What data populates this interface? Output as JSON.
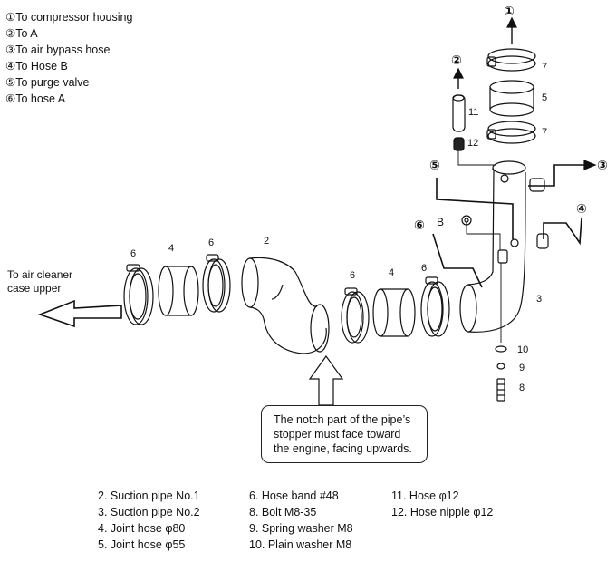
{
  "legend_top": [
    "①To compressor housing",
    "②To A",
    "③To air bypass hose",
    "④To Hose B",
    "⑤To purge valve",
    "⑥To hose A"
  ],
  "flow_labels": {
    "air_cleaner": [
      "To air cleaner",
      "case upper"
    ],
    "b": "B"
  },
  "circled": [
    "①",
    "②",
    "③",
    "④",
    "⑤",
    "⑥"
  ],
  "callouts": {
    "n7a": "7",
    "n5": "5",
    "n7b": "7",
    "n11": "11",
    "n12": "12",
    "n6a": "6",
    "n4a": "4",
    "n6b": "6",
    "n2": "2",
    "n6c": "6",
    "n4b": "4",
    "n6d": "6",
    "n3": "3",
    "n10": "10",
    "n9": "9",
    "n8": "8"
  },
  "note": "The notch part of the pipe’s stopper must face toward the engine, facing upwards.",
  "parts_list": {
    "col1": [
      "2. Suction pipe No.1",
      "3. Suction pipe No.2",
      "4. Joint hose φ80",
      "5. Joint hose φ55"
    ],
    "col2": [
      "6. Hose band #48",
      "8. Bolt M8-35",
      "9. Spring washer M8",
      "10. Plain washer M8"
    ],
    "col3": [
      "11. Hose φ12",
      "12. Hose nipple φ12"
    ]
  }
}
